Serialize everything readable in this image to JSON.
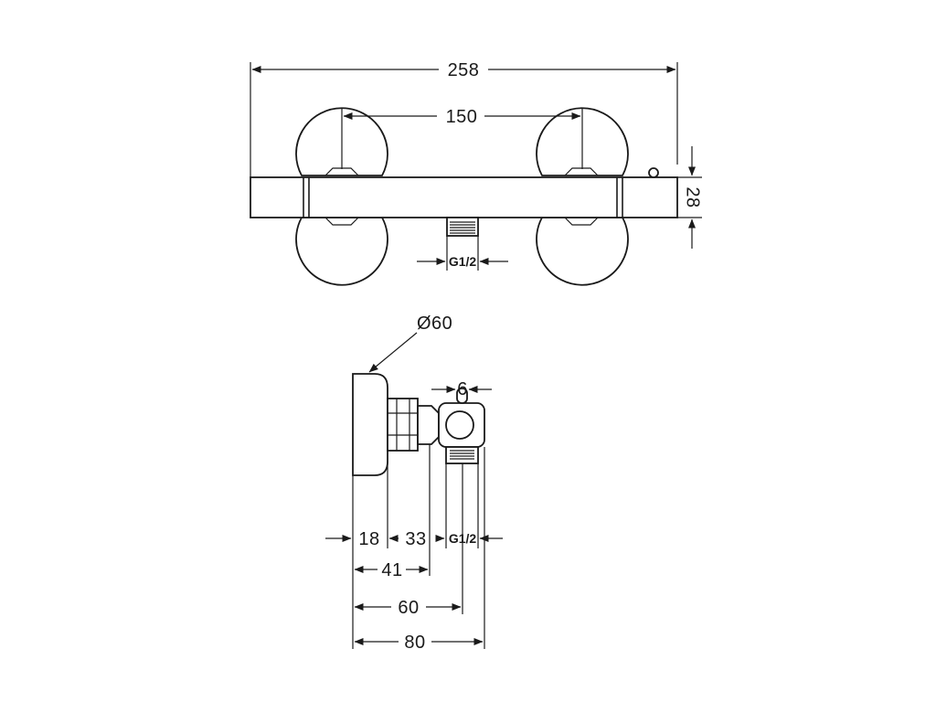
{
  "front_view": {
    "overall_width": "258",
    "inlet_spacing": "150",
    "body_height": "28",
    "outlet_thread": "G1/2"
  },
  "side_view": {
    "rosette_diameter": "Ø60",
    "knob_width": "6",
    "rosette_depth": "18",
    "connector_depth": "33",
    "outlet_thread": "G1/2",
    "depth_to_connector_end": "41",
    "depth_to_outlet_axis": "60",
    "overall_depth": "80"
  }
}
